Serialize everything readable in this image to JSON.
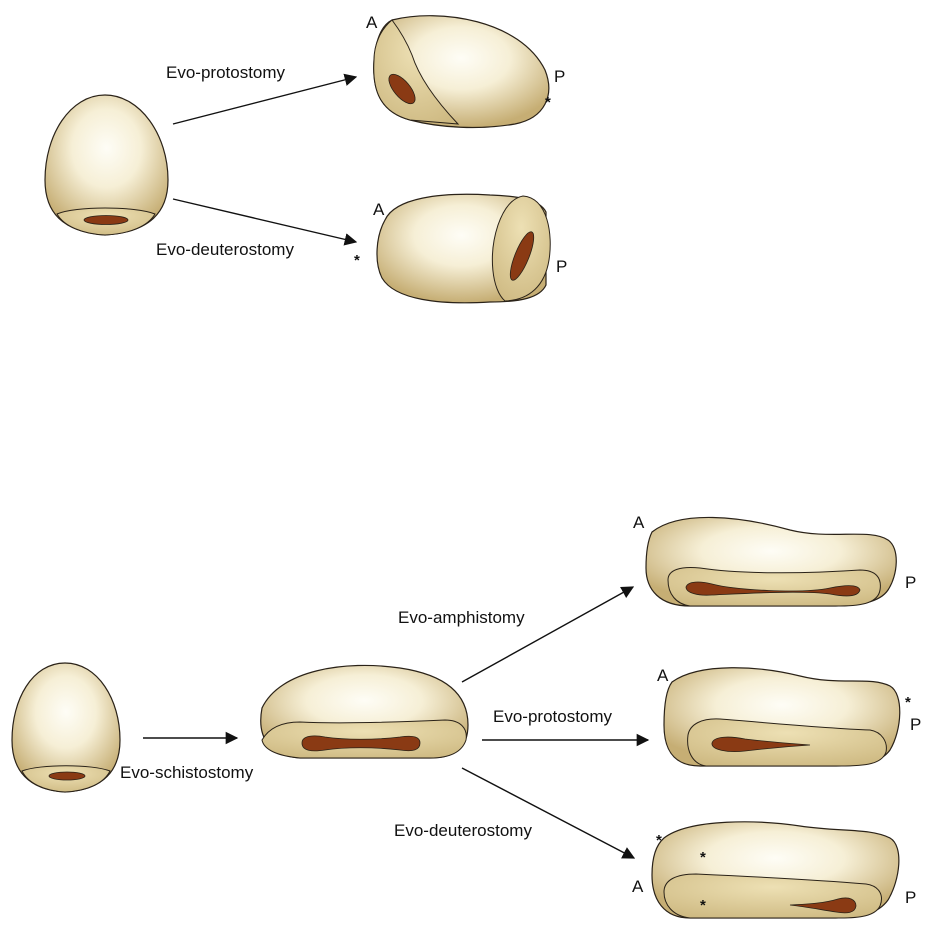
{
  "colors": {
    "embryo_light": "#fdfcf3",
    "embryo_dark": "#c8b27a",
    "outline": "#2a2218",
    "blastopore": "#8a3a14",
    "arrow": "#111111"
  },
  "top_panel": {
    "arrow_protostomy_label": "Evo-protostomy",
    "arrow_deuterostomy_label": "Evo-deuterostomy",
    "protostome": {
      "anterior": "A",
      "posterior": "P",
      "star": "*"
    },
    "deuterostome": {
      "anterior": "A",
      "posterior": "P",
      "star": "*"
    }
  },
  "bottom_panel": {
    "arrow_schistostomy_label": "Evo-schistostomy",
    "arrow_amphistomy_label": "Evo-amphistomy",
    "arrow_protostomy_label": "Evo-protostomy",
    "arrow_deuterostomy_label": "Evo-deuterostomy",
    "amphistome": {
      "anterior": "A",
      "posterior": "P"
    },
    "protostome": {
      "anterior": "A",
      "posterior": "P",
      "star": "*"
    },
    "deuterostome": {
      "anterior": "A",
      "posterior": "P",
      "stars": [
        "*",
        "*",
        "*"
      ]
    }
  }
}
